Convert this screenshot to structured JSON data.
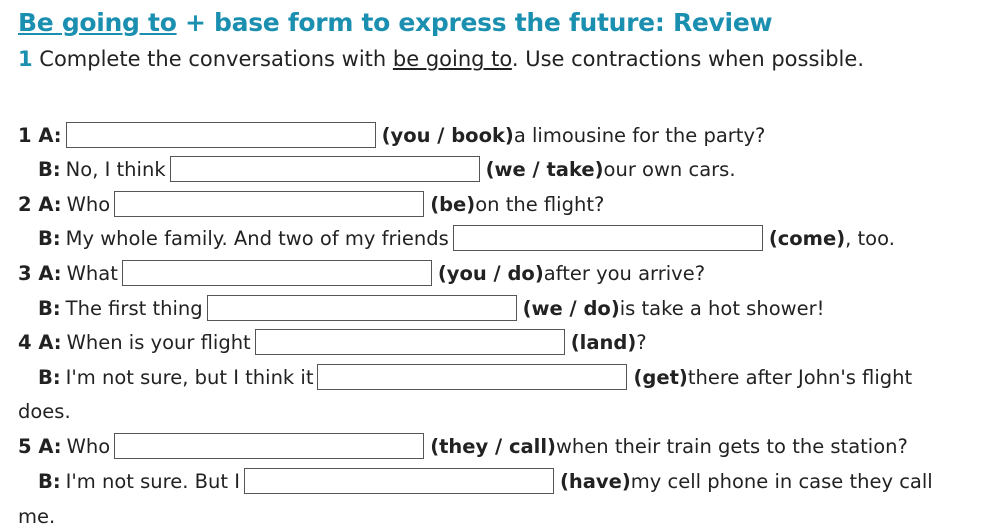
{
  "title": {
    "part1": "Be going to",
    "part2": " + base form to express the future: Review"
  },
  "instruction": {
    "num": "1",
    "text1": " Complete the conversations with ",
    "underlined": "be going to",
    "text2": ". Use contractions when possible."
  },
  "lines": [
    {
      "label": "1 A:",
      "before": "",
      "cue": "(you / book)",
      "after": " a limousine for the party?"
    },
    {
      "label": "B:",
      "before": "No, I think",
      "cue": "(we / take)",
      "after": " our own cars."
    },
    {
      "label": "2 A:",
      "before": "Who",
      "cue": "(be)",
      "after": " on the flight?"
    },
    {
      "label": "B:",
      "before": "My whole family. And two of my friends",
      "cue": "(come)",
      "after": ", too."
    },
    {
      "label": "3 A:",
      "before": "What",
      "cue": "(you / do)",
      "after": " after you arrive?"
    },
    {
      "label": "B:",
      "before": "The first thing",
      "cue": "(we / do)",
      "after": " is take a hot shower!"
    },
    {
      "label": "4 A:",
      "before": "When is your flight",
      "cue": "(land)",
      "after": "?"
    },
    {
      "label": "B:",
      "before": "I'm not sure, but I think it",
      "cue": "(get)",
      "after": " there after John's flight"
    },
    {
      "label": "5 A:",
      "before": "Who",
      "cue": "(they / call)",
      "after": " when their train gets to the station?"
    },
    {
      "label": "B:",
      "before": "I'm not sure. But I",
      "cue": "(have)",
      "after": " my cell phone in case they call"
    }
  ],
  "continuations": {
    "c1": "does.",
    "c2": "me."
  }
}
